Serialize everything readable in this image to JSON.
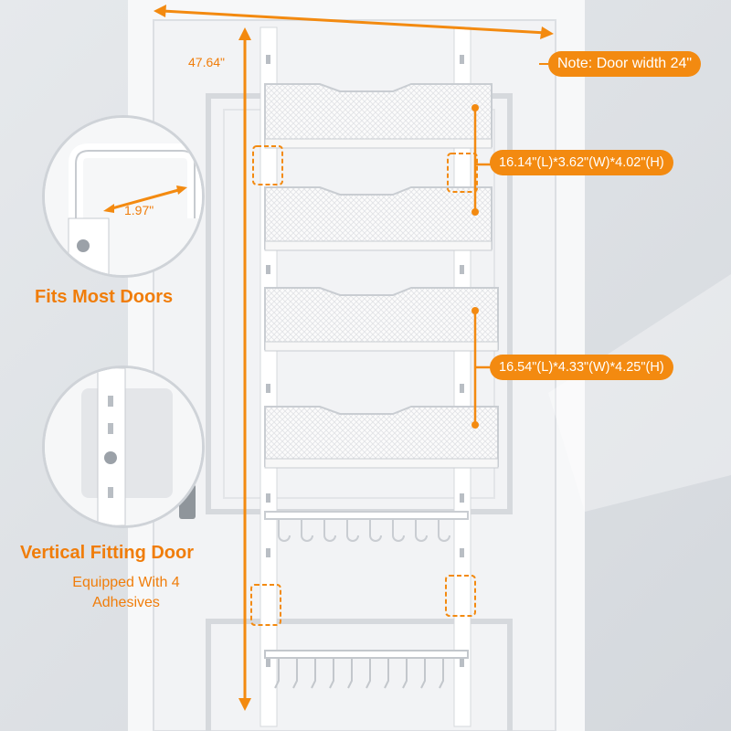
{
  "labels": {
    "door_height": "47.64\"",
    "door_width_note": "Note: Door width 24\"",
    "hook_width": "1.97\"",
    "fits_most_doors": "Fits Most Doors",
    "small_basket_dims": "16.14\"(L)*3.62\"(W)*4.02\"(H)",
    "large_basket_dims": "16.54\"(L)*4.33\"(W)*4.25\"(H)",
    "vertical_fitting": "Vertical Fitting Door",
    "adhesives_line1": "Equipped With 4",
    "adhesives_line2": "Adhesives"
  },
  "colors": {
    "accent": "#f38a10",
    "door": "#f4f5f6",
    "wall": "#dfe3e7",
    "rack": "#ffffff"
  }
}
